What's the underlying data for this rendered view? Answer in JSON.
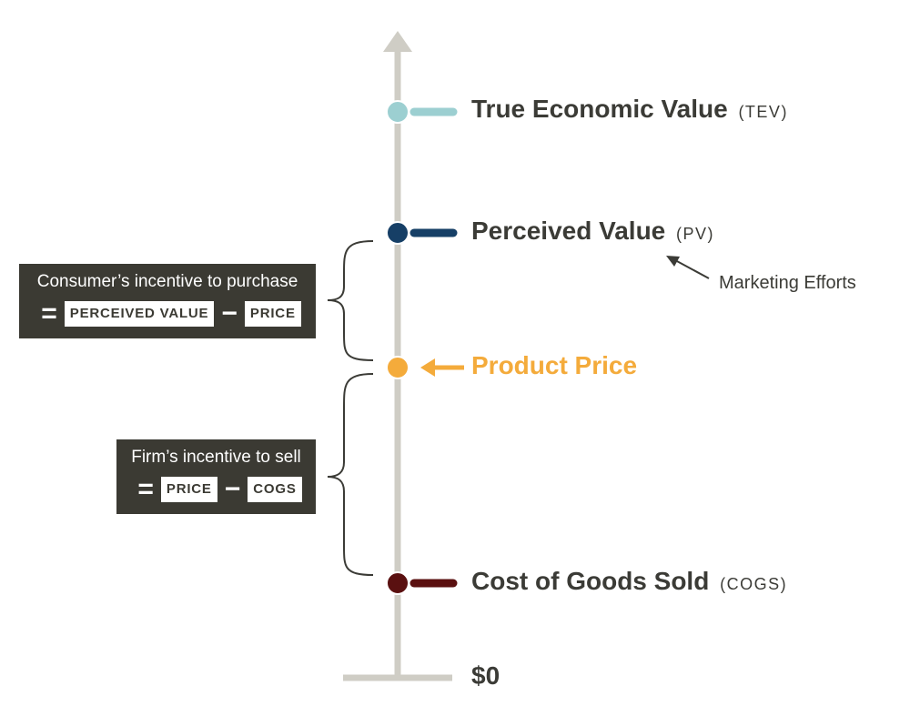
{
  "levels": {
    "tev": {
      "label": "True Economic Value",
      "abbr": "(TEV)",
      "color": "#9ccfd1"
    },
    "pv": {
      "label": "Perceived Value",
      "abbr": "(PV)",
      "color": "#163f66"
    },
    "price": {
      "label": "Product Price",
      "color": "#f4ab3b"
    },
    "cogs": {
      "label": "Cost of Goods Sold",
      "abbr": "(COGS)",
      "color": "#5a1010"
    },
    "zero": {
      "label": "$0"
    }
  },
  "annotation": {
    "marketing": "Marketing Efforts"
  },
  "consumer_box": {
    "title": "Consumer’s incentive to purchase",
    "equals": "=",
    "term1": "PERCEIVED VALUE",
    "minus": "−",
    "term2": "PRICE"
  },
  "firm_box": {
    "title": "Firm’s incentive to sell",
    "equals": "=",
    "term1": "PRICE",
    "minus": "−",
    "term2": "COGS"
  },
  "colors": {
    "axis": "#cfcdc5",
    "box_bg": "#3b3a33",
    "text": "#3b3b36"
  }
}
